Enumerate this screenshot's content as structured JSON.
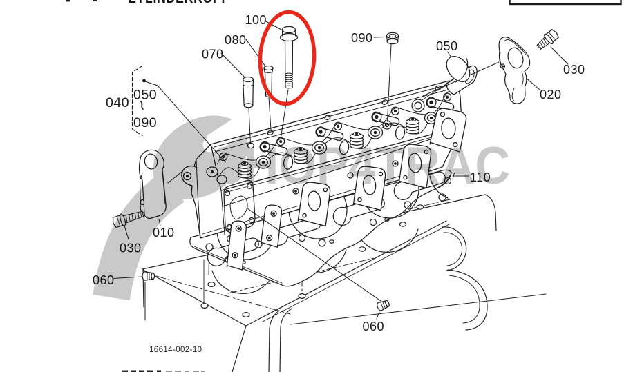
{
  "document": {
    "type": "exploded-parts-diagram",
    "title_cut_off_top": "ZYLINDERKOPF",
    "drawing_number": "16614-002-10",
    "background_color": "#ffffff",
    "line_color": "#1d1d1d"
  },
  "watermark": {
    "text": "SHOP4TRAC",
    "color": "#c9c9c9",
    "icon": "wrench-swoosh"
  },
  "highlight": {
    "shape": "ellipse",
    "color": "#e8281b",
    "highlighted_part": "100"
  },
  "callouts": {
    "c100": "100",
    "c090_top": "090",
    "c080": "080",
    "c070": "070",
    "c050_right": "050",
    "c030_top_right": "030",
    "c020": "020",
    "c040": "040",
    "c040_range_start": "050",
    "c040_range_separator": "~",
    "c040_range_end": "090",
    "c010": "010",
    "c030_bottom_left": "030",
    "c060_left": "060",
    "c060_bottom": "060",
    "c110": "110"
  },
  "footer": {
    "drawing_number": "16614-002-10"
  }
}
